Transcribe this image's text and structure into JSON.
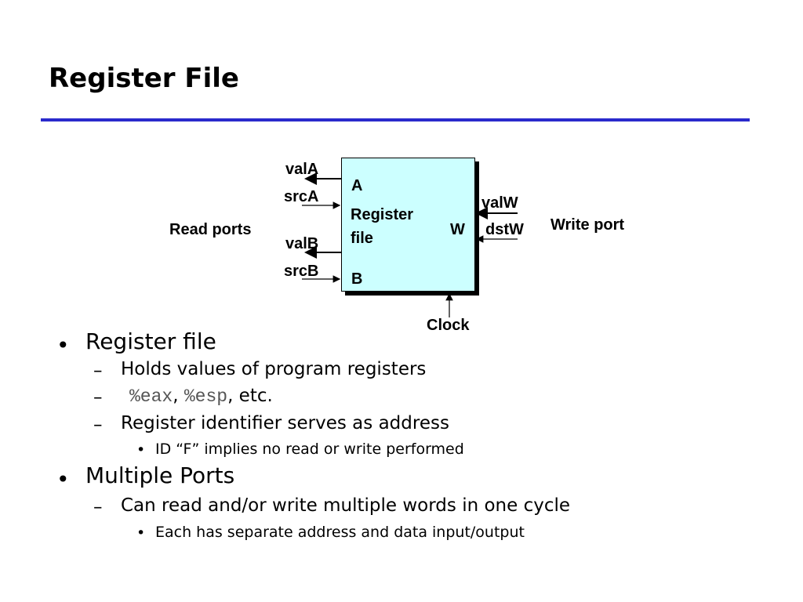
{
  "title": "Register File",
  "diagram": {
    "box_label_a": "A",
    "box_label_title_1": "Register",
    "box_label_title_2": "file",
    "box_label_b": "B",
    "box_label_w": "W",
    "valA": "valA",
    "srcA": "srcA",
    "valB": "valB",
    "srcB": "srcB",
    "valW": "valW",
    "dstW": "dstW",
    "read_ports": "Read ports",
    "write_port": "Write port",
    "clock": "Clock"
  },
  "bullets": {
    "b1_mark": "•",
    "b2_mark": "–",
    "b3_mark": "•",
    "item1": "Register file",
    "item1_sub1": "Holds values of program registers",
    "item1_sub2_code1": "%eax",
    "item1_sub2_sep": ", ",
    "item1_sub2_code2": "%esp",
    "item1_sub2_tail": ", etc.",
    "item1_sub3": "Register identifier serves as address",
    "item1_sub3_sub1": "ID “F” implies no read or write performed",
    "item2": "Multiple Ports",
    "item2_sub1": "Can read and/or write multiple words in one cycle",
    "item2_sub1_sub1": "Each has separate address and data input/output"
  }
}
